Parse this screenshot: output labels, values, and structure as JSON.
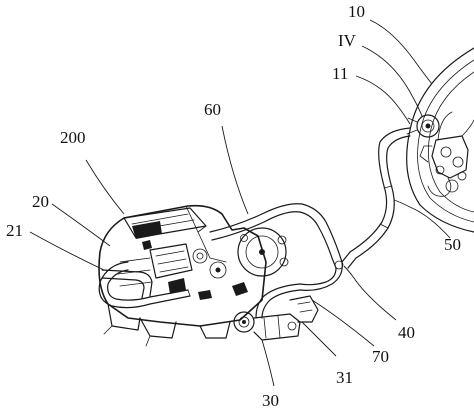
{
  "labels": {
    "l10": "10",
    "liv": "IV",
    "l11": "11",
    "l60": "60",
    "l200": "200",
    "l20": "20",
    "l21": "21",
    "l50": "50",
    "l40": "40",
    "l70": "70",
    "l31": "31",
    "l30": "30"
  }
}
